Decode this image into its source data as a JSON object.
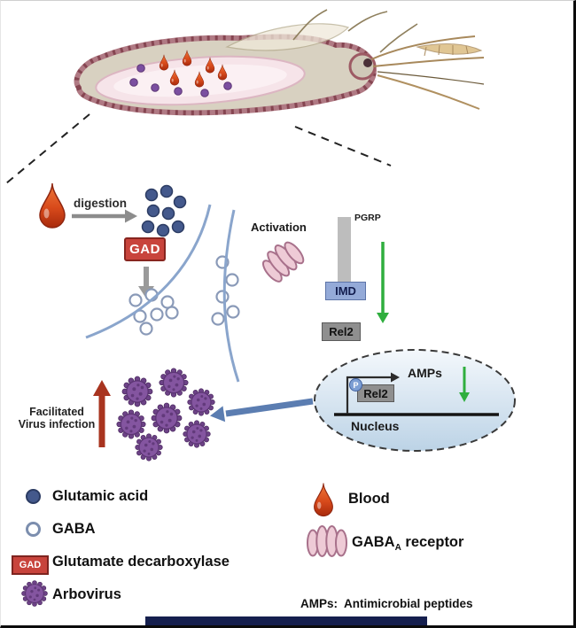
{
  "diagram": {
    "digestion": "digestion",
    "gad": "GAD",
    "activation": "Activation",
    "pgrp": "PGRP",
    "imd": "IMD",
    "rel2": "Rel2",
    "rel2_nuclear": "Rel2",
    "phospho": "P",
    "amps": "AMPs",
    "nucleus": "Nucleus",
    "facilitated_line1": "Facilitated",
    "facilitated_line2": "Virus infection"
  },
  "legend": {
    "glutamic_acid": "Glutamic acid",
    "gaba": "GABA",
    "gad_badge": "GAD",
    "glutamate_decarboxylase": "Glutamate decarboxylase",
    "arbovirus": "Arbovirus",
    "blood": "Blood",
    "gaba_receptor_prefix": "GABA",
    "gaba_receptor_sub": "A",
    "gaba_receptor_suffix": " receptor",
    "amps_note": "AMPs:  Antimicrobial peptides"
  },
  "colors": {
    "gad_red": "#c8443c",
    "imd_blue": "#94aad8",
    "membrane_blue": "#8aa5cc",
    "signal_green": "#2fae3e",
    "virus_purple": "#8455a0",
    "blood_orange": "#d84a1b",
    "arrow_blue": "#5b7db1",
    "arrow_red": "#a8341f",
    "nucleus_fill": "#c3d7e8"
  }
}
